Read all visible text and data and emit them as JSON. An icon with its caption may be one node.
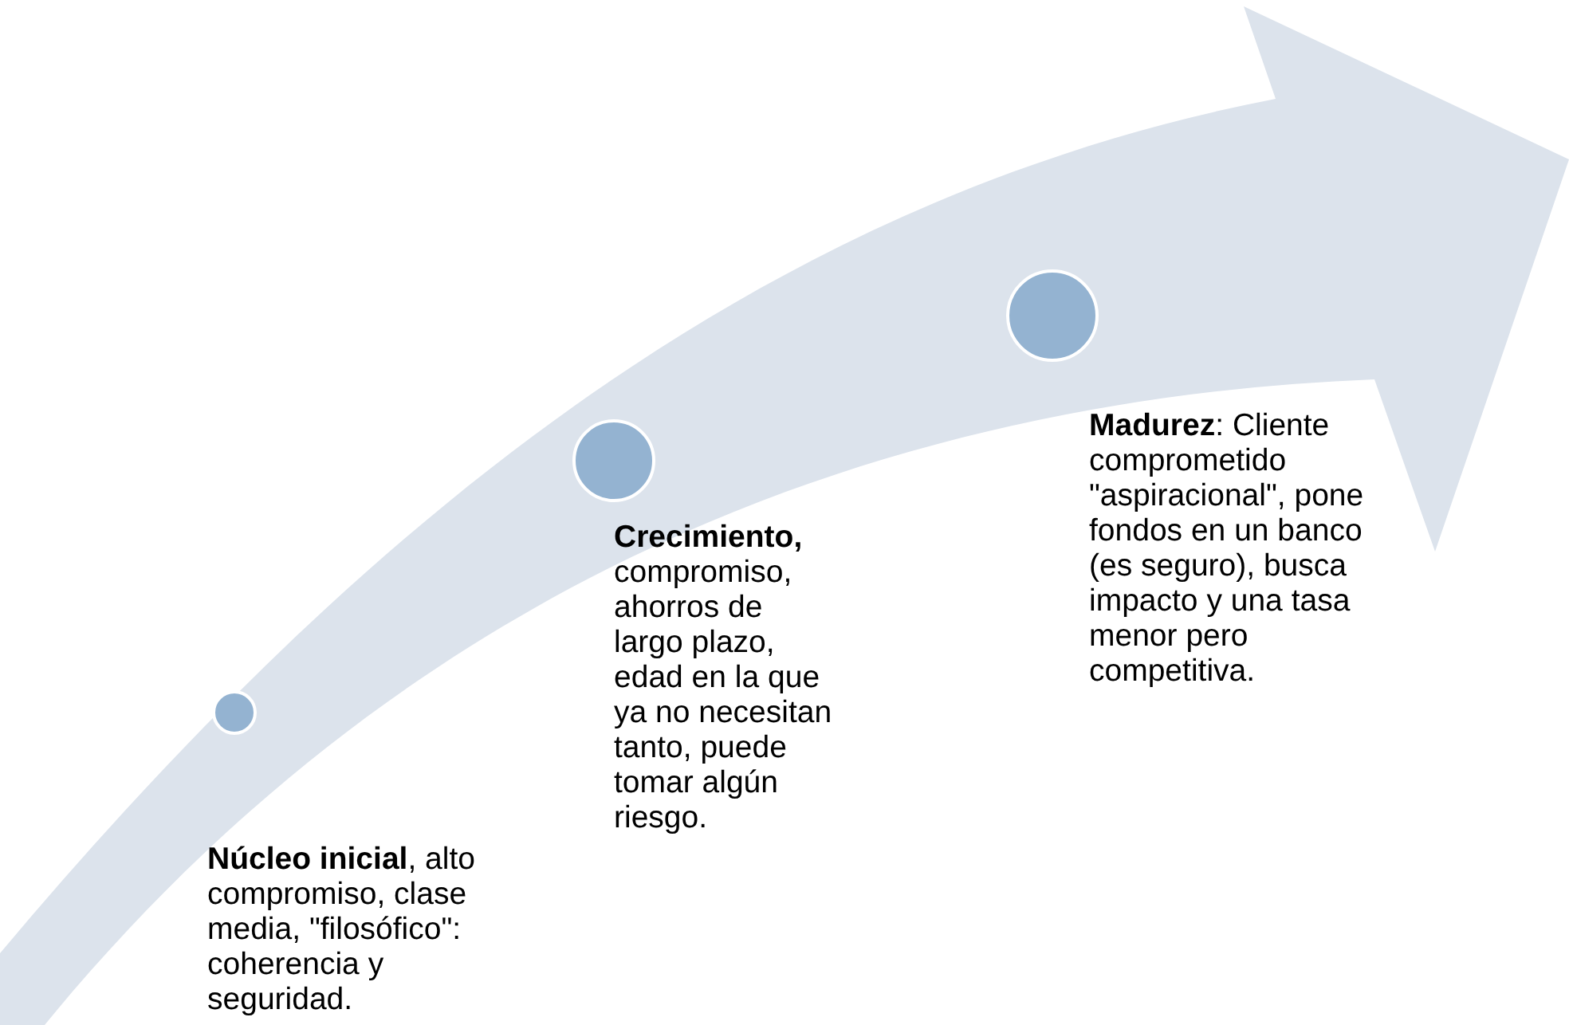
{
  "diagram": {
    "nodes": [
      {
        "text": [],
        "shape": "circle",
        "beside": [
          "**Núcleo inicial**, alto compromiso, clase media, \"filosófico\": coherencia y seguridad."
        ]
      },
      {
        "text": [],
        "shape": "circle",
        "beside": [
          "**Crecimiento,** compromiso, ahorros de largo plazo, edad en la que ya no necesitan tanto, puede tomar algún riesgo."
        ]
      },
      {
        "text": [],
        "shape": "circle",
        "beside": [
          "**Madurez**: Cliente comprometido \"aspiracional\", pone fondos en un banco (es seguro), busca impacto y una tasa menor pero competitiva."
        ]
      }
    ]
  }
}
